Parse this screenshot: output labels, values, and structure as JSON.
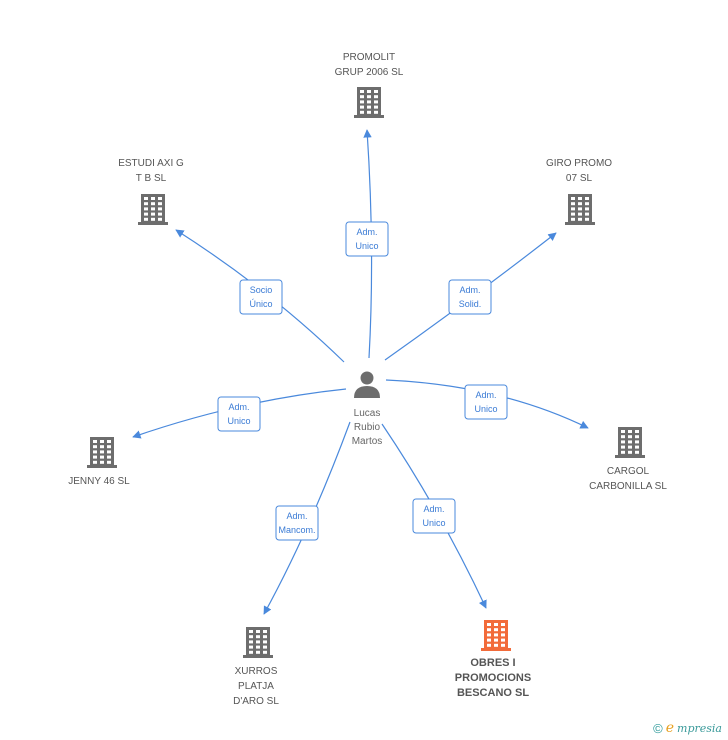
{
  "center": {
    "name_lines": [
      "Lucas",
      "Rubio",
      "Martos"
    ],
    "icon": "person-icon"
  },
  "colors": {
    "edge": "#4a89dc",
    "building": "#6d6d6d",
    "highlight": "#f26b3a"
  },
  "nodes": [
    {
      "id": "promolit",
      "lines": [
        "PROMOLIT",
        "GRUP 2006 SL"
      ],
      "highlight": false,
      "icon": "building-icon"
    },
    {
      "id": "estudi",
      "lines": [
        "ESTUDI AXI G",
        "T B SL"
      ],
      "highlight": false,
      "icon": "building-icon"
    },
    {
      "id": "giro",
      "lines": [
        "GIRO PROMO",
        "07 SL"
      ],
      "highlight": false,
      "icon": "building-icon"
    },
    {
      "id": "jenny",
      "lines": [
        "JENNY 46 SL"
      ],
      "highlight": false,
      "icon": "building-icon"
    },
    {
      "id": "cargol",
      "lines": [
        "CARGOL",
        "CARBONILLA SL"
      ],
      "highlight": false,
      "icon": "building-icon"
    },
    {
      "id": "xurros",
      "lines": [
        "XURROS",
        "PLATJA",
        "D'ARO SL"
      ],
      "highlight": false,
      "icon": "building-icon"
    },
    {
      "id": "obres",
      "lines": [
        "OBRES I",
        "PROMOCIONS",
        "BESCANO SL"
      ],
      "highlight": true,
      "icon": "building-icon"
    }
  ],
  "edges": [
    {
      "to": "promolit",
      "label_lines": [
        "Adm.",
        "Unico"
      ]
    },
    {
      "to": "estudi",
      "label_lines": [
        "Socio",
        "Único"
      ]
    },
    {
      "to": "giro",
      "label_lines": [
        "Adm.",
        "Solid."
      ]
    },
    {
      "to": "jenny",
      "label_lines": [
        "Adm.",
        "Unico"
      ]
    },
    {
      "to": "cargol",
      "label_lines": [
        "Adm.",
        "Unico"
      ]
    },
    {
      "to": "xurros",
      "label_lines": [
        "Adm.",
        "Mancom."
      ]
    },
    {
      "to": "obres",
      "label_lines": [
        "Adm.",
        "Unico"
      ]
    }
  ],
  "footer": {
    "copyright_symbol": "©",
    "brand_initial": "e",
    "brand_rest": "mpresia"
  }
}
